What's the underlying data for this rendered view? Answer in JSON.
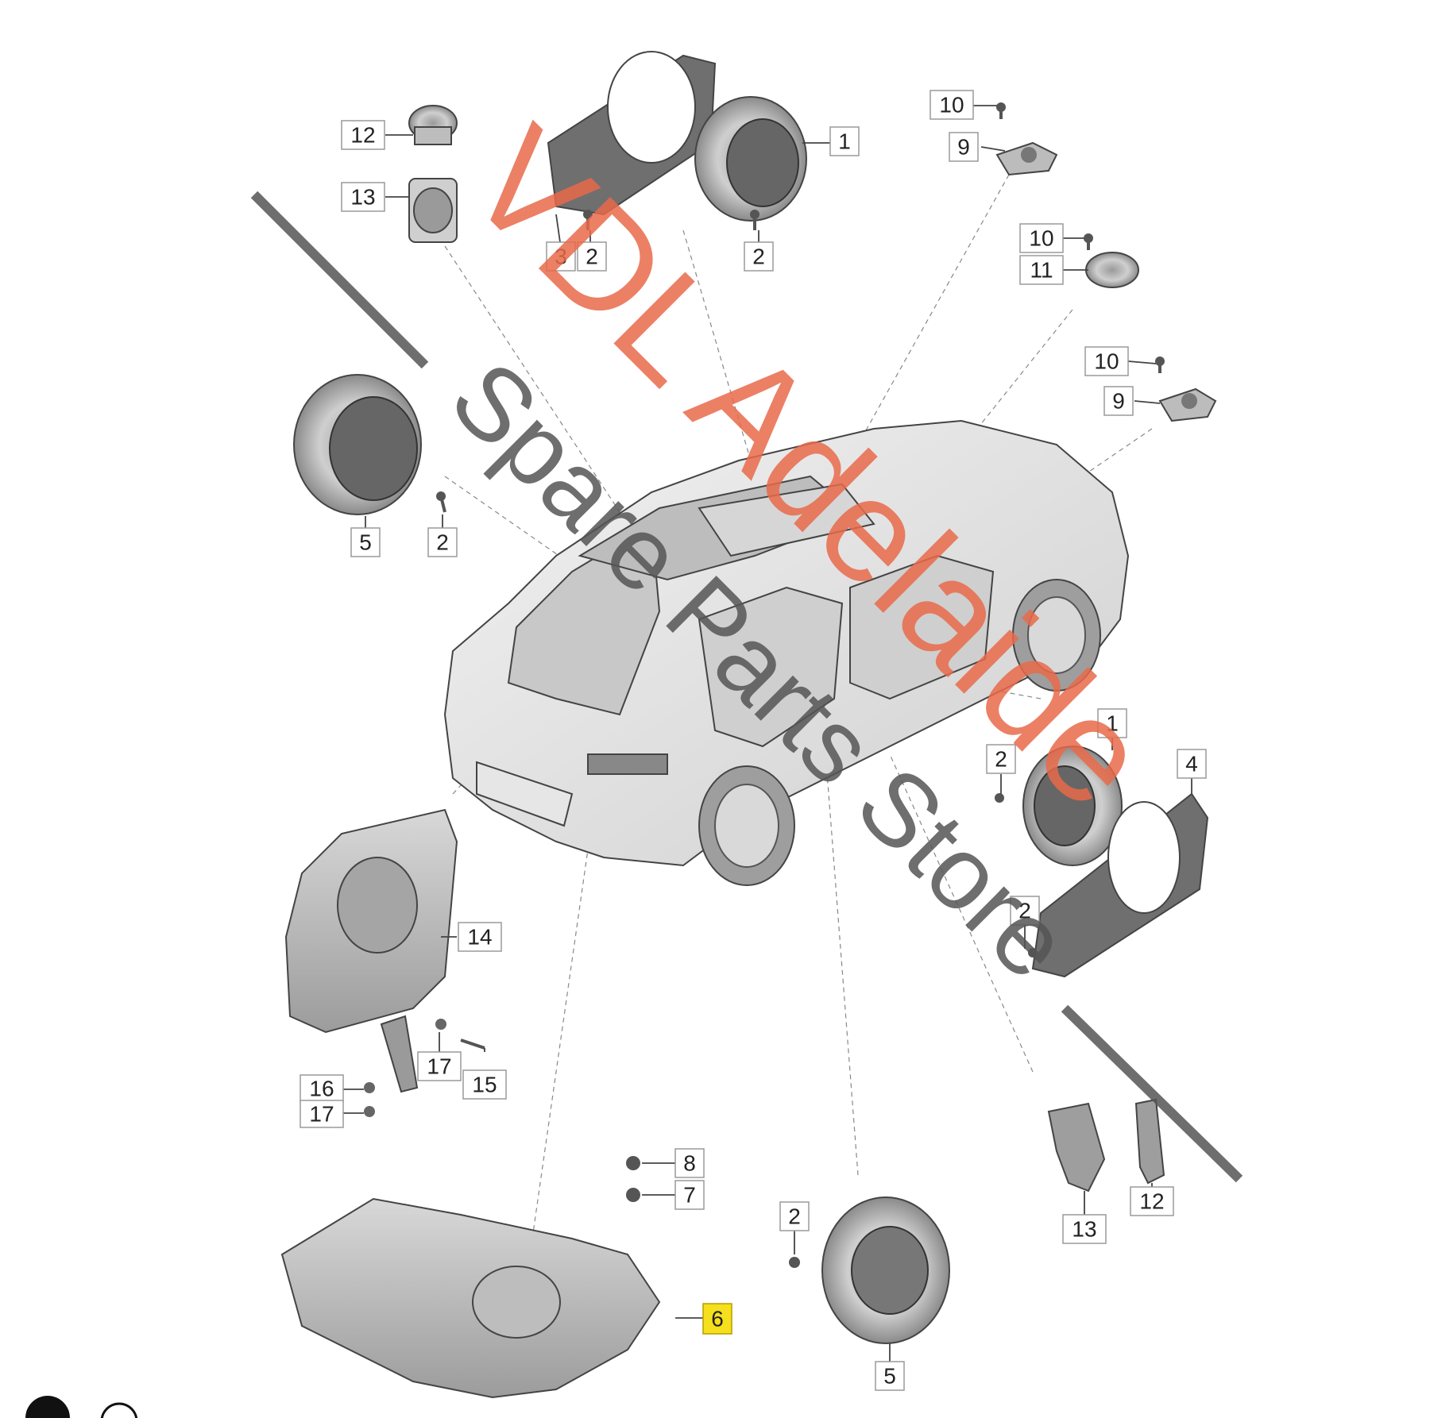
{
  "diagram": {
    "callouts": [
      {
        "id": "c1a",
        "label": "1"
      },
      {
        "id": "c2a",
        "label": "2"
      },
      {
        "id": "c2b",
        "label": "2"
      },
      {
        "id": "c3",
        "label": "3"
      },
      {
        "id": "c12a",
        "label": "12"
      },
      {
        "id": "c13a",
        "label": "13"
      },
      {
        "id": "c10a",
        "label": "10"
      },
      {
        "id": "c9a",
        "label": "9"
      },
      {
        "id": "c10b",
        "label": "10"
      },
      {
        "id": "c11",
        "label": "11"
      },
      {
        "id": "c10c",
        "label": "10"
      },
      {
        "id": "c9b",
        "label": "9"
      },
      {
        "id": "c5a",
        "label": "5"
      },
      {
        "id": "c2c",
        "label": "2"
      },
      {
        "id": "c1b",
        "label": "1"
      },
      {
        "id": "c2d",
        "label": "2"
      },
      {
        "id": "c4",
        "label": "4"
      },
      {
        "id": "c2e",
        "label": "2"
      },
      {
        "id": "c14",
        "label": "14"
      },
      {
        "id": "c17a",
        "label": "17"
      },
      {
        "id": "c15",
        "label": "15"
      },
      {
        "id": "c16",
        "label": "16"
      },
      {
        "id": "c17b",
        "label": "17"
      },
      {
        "id": "c8",
        "label": "8"
      },
      {
        "id": "c7",
        "label": "7"
      },
      {
        "id": "c6",
        "label": "6",
        "highlight": true
      },
      {
        "id": "c2f",
        "label": "2"
      },
      {
        "id": "c5b",
        "label": "5"
      },
      {
        "id": "c13b",
        "label": "13"
      },
      {
        "id": "c12b",
        "label": "12"
      }
    ]
  },
  "watermark": {
    "line1": "VDL Adelaide",
    "line2": "Spare Parts Store"
  },
  "colors": {
    "watermark_red": "#e86a4a",
    "watermark_grey": "#555555",
    "highlight": "#f6df1c"
  }
}
